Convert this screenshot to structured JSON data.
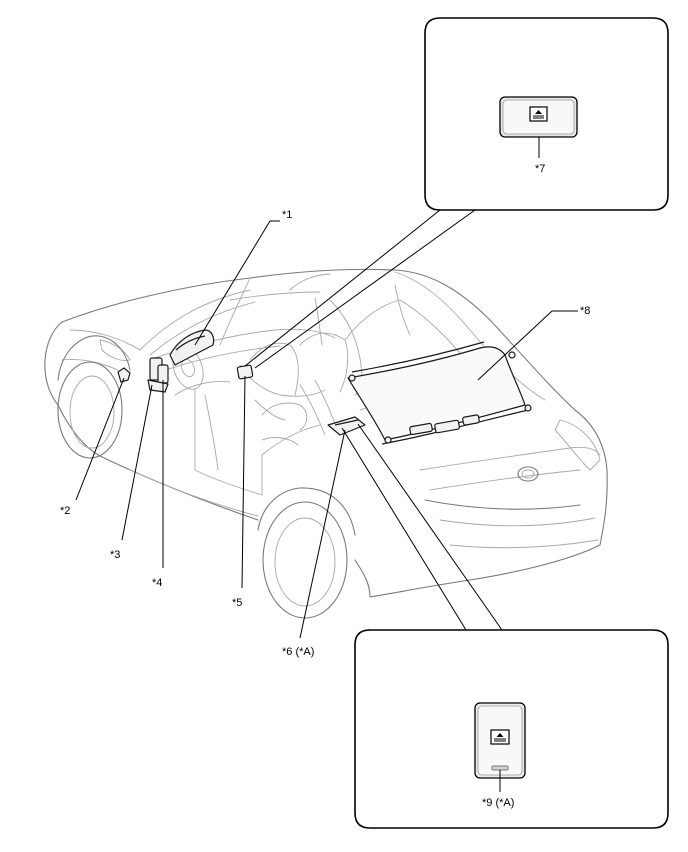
{
  "callouts": {
    "c1": "*1",
    "c2": "*2",
    "c3": "*3",
    "c4": "*4",
    "c5": "*5",
    "c6": "*6 (*A)",
    "c7": "*7",
    "c8": "*8",
    "c9": "*9 (*A)"
  },
  "icons": {
    "switch_symbol": "roller-sunshade-switch-icon"
  },
  "colors": {
    "line": "#000000",
    "car_outline": "#7a7a7a",
    "background": "#ffffff"
  }
}
